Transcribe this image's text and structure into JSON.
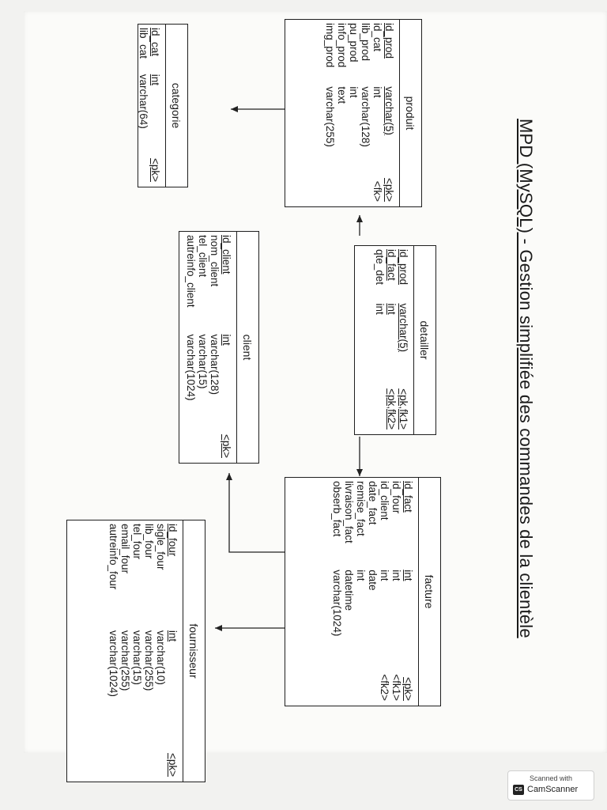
{
  "title": "MPD (MySQL) - Gestion simplifiée des commandes de la clientèle",
  "entities": {
    "produit": {
      "name": "produit",
      "rows": [
        {
          "field": "id_prod",
          "type": "varchar(5)",
          "key": "<pk>",
          "ul": true
        },
        {
          "field": "id_cat",
          "type": "int",
          "key": "<fk>"
        },
        {
          "field": "lib_prod",
          "type": "varchar(128)",
          "key": ""
        },
        {
          "field": "pu_prod",
          "type": "int",
          "key": ""
        },
        {
          "field": "info_prod",
          "type": "text",
          "key": ""
        },
        {
          "field": "img_prod",
          "type": "varchar(255)",
          "key": ""
        }
      ]
    },
    "categorie": {
      "name": "categorie",
      "rows": [
        {
          "field": "id_cat",
          "type": "int",
          "key": "<pk>",
          "ul": true
        },
        {
          "field": "lib_cat",
          "type": "varchar(64)",
          "key": ""
        }
      ]
    },
    "detailler": {
      "name": "detailler",
      "rows": [
        {
          "field": "id_prod",
          "type": "varchar(5)",
          "key": "<pk,fk1>",
          "ul": true
        },
        {
          "field": "id_fact",
          "type": "int",
          "key": "<pk,fk2>",
          "ul": true
        },
        {
          "field": "qte_det",
          "type": "int",
          "key": ""
        }
      ]
    },
    "client": {
      "name": "client",
      "rows": [
        {
          "field": "id_client",
          "type": "int",
          "key": "<pk>",
          "ul": true
        },
        {
          "field": "nom_client",
          "type": "varchar(128)",
          "key": ""
        },
        {
          "field": "tel_client",
          "type": "varchar(15)",
          "key": ""
        },
        {
          "field": "autreinfo_client",
          "type": "varchar(1024)",
          "key": ""
        }
      ]
    },
    "facture": {
      "name": "facture",
      "rows": [
        {
          "field": "id_fact",
          "type": "int",
          "key": "<pk>",
          "ul": true
        },
        {
          "field": "id_four",
          "type": "int",
          "key": "<fk1>"
        },
        {
          "field": "id_client",
          "type": "int",
          "key": "<fk2>"
        },
        {
          "field": "date_fact",
          "type": "date",
          "key": ""
        },
        {
          "field": "remise_fact",
          "type": "int",
          "key": ""
        },
        {
          "field": "livraison_fact",
          "type": "datetime",
          "key": ""
        },
        {
          "field": "obserb_fact",
          "type": "varchar(1024)",
          "key": ""
        }
      ]
    },
    "fournisseur": {
      "name": "fournisseur",
      "rows": [
        {
          "field": "id_four",
          "type": "int",
          "key": "<pk>",
          "ul": true
        },
        {
          "field": "sigle_four",
          "type": "varchar(10)",
          "key": ""
        },
        {
          "field": "lib_four",
          "type": "varchar(255)",
          "key": ""
        },
        {
          "field": "tel_four",
          "type": "varchar(15)",
          "key": ""
        },
        {
          "field": "email_four",
          "type": "varchar(255)",
          "key": ""
        },
        {
          "field": "autreinfo_four",
          "type": "varchar(1024)",
          "key": ""
        }
      ]
    }
  },
  "scanner": {
    "caption": "Scanned with",
    "badge": "CS",
    "brand": "CamScanner"
  }
}
